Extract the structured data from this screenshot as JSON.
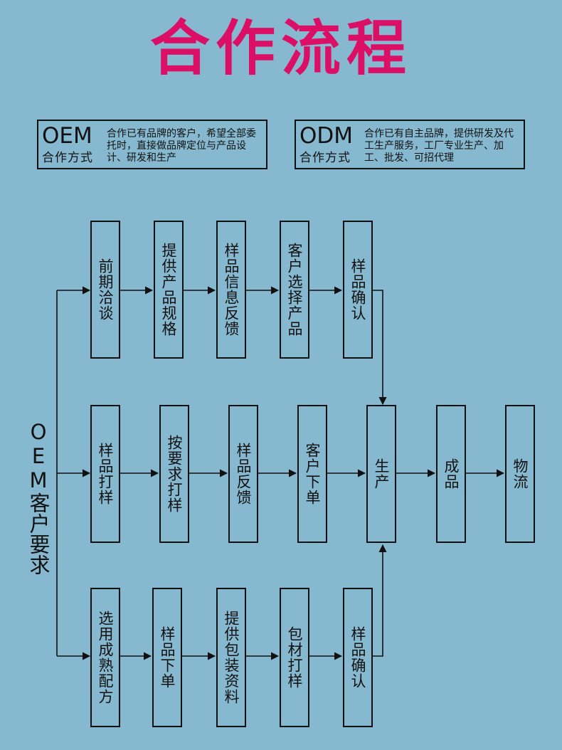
{
  "title": "合作流程",
  "oem": {
    "abbr": "OEM",
    "mode": "合作方式",
    "desc": "合作已有品牌的客户，希望全部委托时，直接做品牌定位与产品设计、研发和生产"
  },
  "odm": {
    "abbr": "ODM",
    "mode": "合作方式",
    "desc": "合作已有自主品牌，提供研发及代工生产服务，工厂专业生产、加工、批发、可招代理"
  },
  "side_label": "OEM客户要求",
  "row1": [
    "前期洽谈",
    "提供产品规格",
    "样品信息反馈",
    "客户选择产品",
    "样品确认"
  ],
  "row2": [
    "样品打样",
    "按要求打样",
    "样品反馈",
    "客户下单",
    "生产",
    "成品",
    "物流"
  ],
  "row3": [
    "选用成熟配方",
    "样品下单",
    "提供包装资料",
    "包材打样",
    "样品确认"
  ],
  "colors": {
    "background": "#86b9cf",
    "title": "#dc0f66",
    "line": "#111111"
  }
}
